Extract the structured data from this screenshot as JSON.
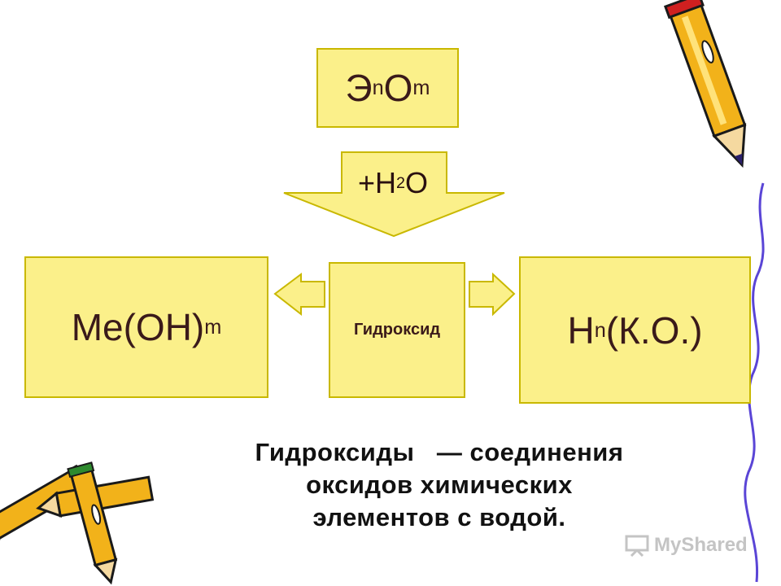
{
  "diagram": {
    "formula": {
      "symbol": "Э",
      "sub_n": "n",
      "oxygen": "O",
      "sub_m": "m"
    },
    "reagent": {
      "prefix": "+H",
      "sub": "2",
      "suffix": "O"
    },
    "center_label": "Гидроксид",
    "base": {
      "text": "Me(OH)",
      "sub": "m"
    },
    "acid": {
      "text": "H",
      "sub": "n",
      "rest": "(К.О.)"
    },
    "caption_lines": [
      "Гидроксиды   — соединения",
      "оксидов химических",
      "элементов с водой."
    ],
    "colors": {
      "box_fill": "#fbf08a",
      "box_border": "#c9b800",
      "arrow_fill": "#fbf08a"
    }
  },
  "watermark": {
    "text": "MyShared",
    "icon": "presentation-icon"
  },
  "decorations": [
    "pencil-top-right",
    "pencils-bottom-left",
    "wavy-line-right"
  ]
}
